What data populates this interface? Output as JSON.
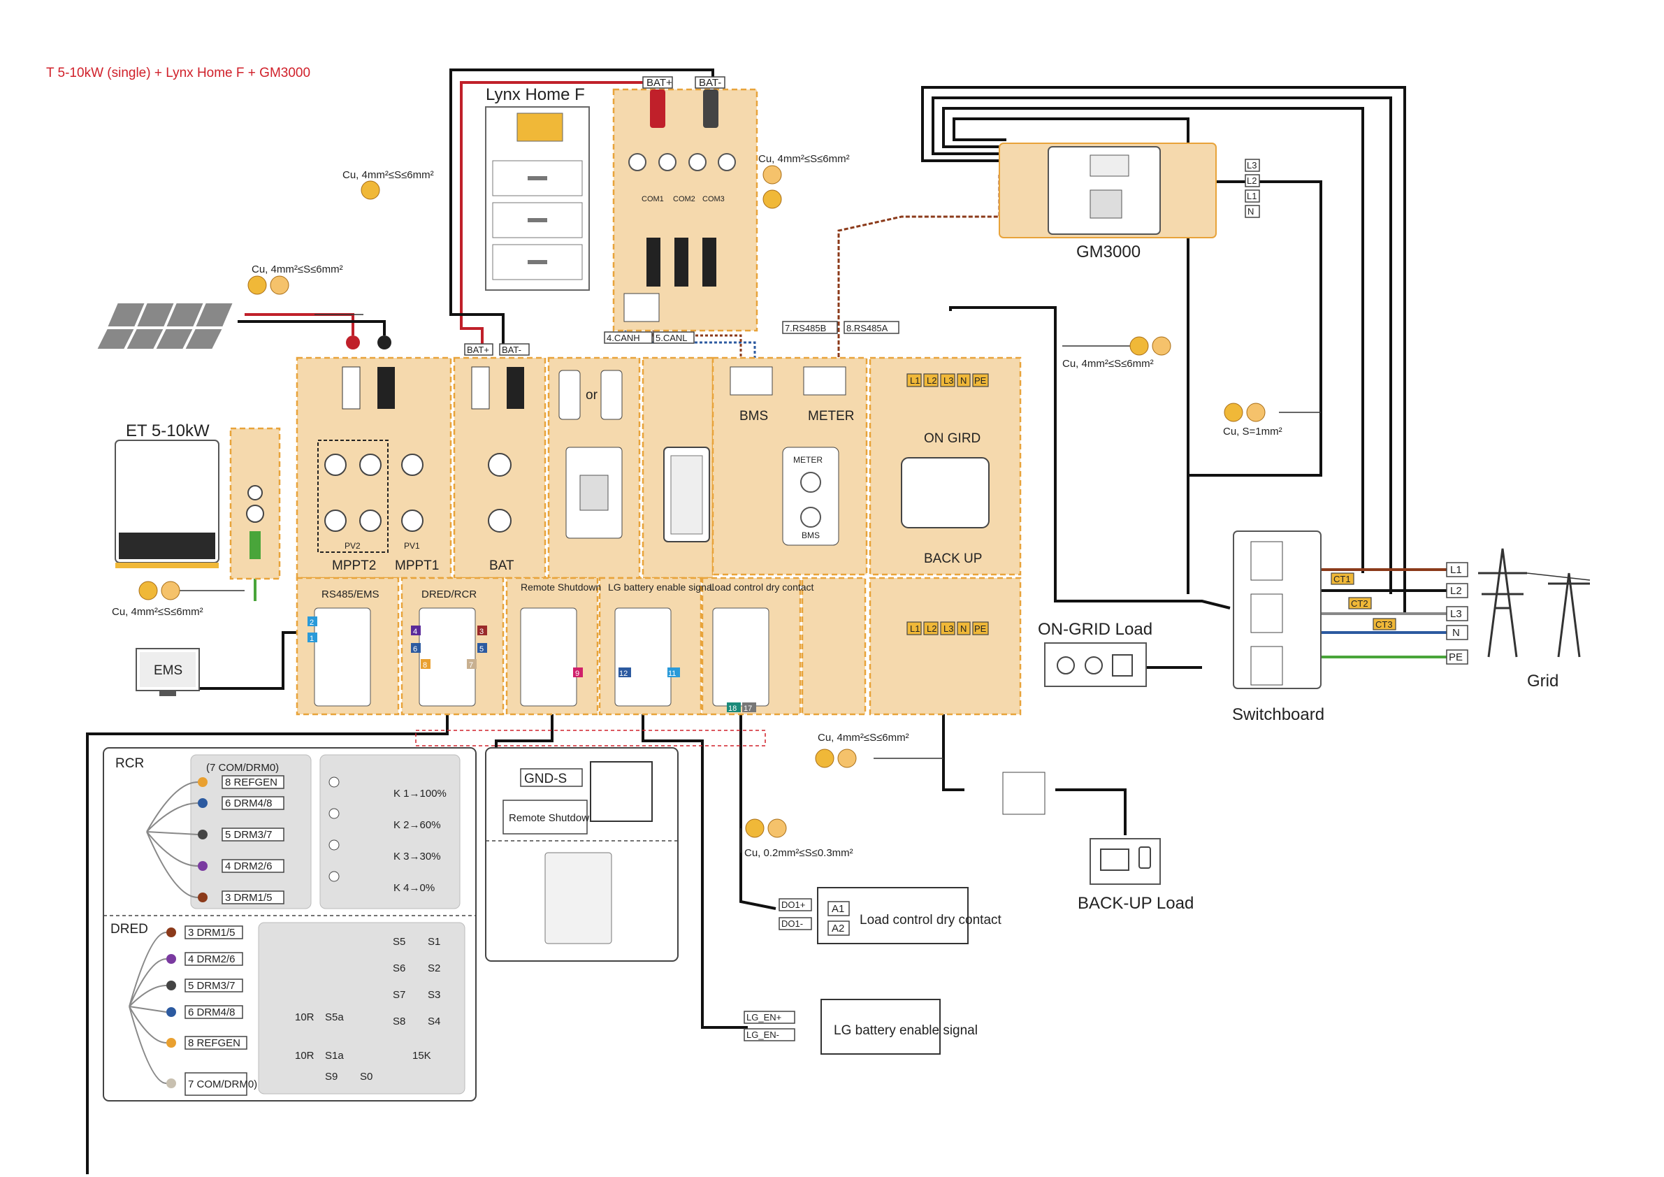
{
  "title": "T 5-10kW (single) + Lynx Home F + GM3000",
  "devices": {
    "inverter": "ET 5-10kW",
    "battery": "Lynx Home F",
    "meter": "GM3000",
    "ems": "EMS",
    "switchboard": "Switchboard",
    "grid": "Grid",
    "ongrid_load": "ON-GRID Load",
    "backup_load": "BACK-UP Load"
  },
  "cable_specs": {
    "cu_4_6": "Cu, 4mm²≤S≤6mm²",
    "cu_1": "Cu, S=1mm²",
    "cu_02_03": "Cu, 0.2mm²≤S≤0.3mm²"
  },
  "battery_ports": {
    "bat_plus": "BAT+",
    "bat_minus": "BAT-",
    "com1": "COM1",
    "com2": "COM2",
    "com3": "COM3",
    "canh": "4.CANH",
    "canl": "5.CANL",
    "rs485b": "7.RS485B",
    "rs485a": "8.RS485A"
  },
  "inverter_panels": {
    "mppt2": "MPPT2",
    "mppt1": "MPPT1",
    "pv2": "PV2",
    "pv1": "PV1",
    "bat": "BAT",
    "or_text": "or",
    "bms": "BMS",
    "meter": "METER",
    "meter_port_meter": "METER",
    "meter_port_bms": "BMS",
    "on_grid": "ON GIRD",
    "back_up": "BACK UP",
    "rs485_ems": "RS485/EMS",
    "dred_rcr": "DRED/RCR",
    "remote_shutdown": "Remote Shutdown",
    "lg_battery": "LG battery enable signal",
    "load_control": "Load control dry contact",
    "phase_labels": [
      "L1",
      "L2",
      "L3",
      "N",
      "PE"
    ],
    "pin_numbers": {
      "p1": "1",
      "p2": "2",
      "p3": "3",
      "p4": "4",
      "p5": "5",
      "p6": "6",
      "p7": "7",
      "p8": "8",
      "p9": "9",
      "p11": "11",
      "p12": "12",
      "p17": "17",
      "p18": "18"
    }
  },
  "meter_terminals": {
    "ct": [
      "CT1",
      "CT2",
      "CT3"
    ],
    "lines": [
      "L1",
      "L2",
      "L3",
      "N",
      "PE"
    ],
    "mini_lines": [
      "L3",
      "L2",
      "L1",
      "N"
    ]
  },
  "rcr": {
    "title": "RCR",
    "group": "(7 COM/DRM0)",
    "terminals": [
      "8 REFGEN",
      "6 DRM4/8",
      "5 DRM3/7",
      "4 DRM2/6",
      "3 DRM1/5"
    ],
    "relays": [
      "K 1→100%",
      "K 2→60%",
      "K 3→30%",
      "K 4→0%"
    ]
  },
  "dred": {
    "title": "DRED",
    "terminals": [
      "3 DRM1/5",
      "4 DRM2/6",
      "5 DRM3/7",
      "6 DRM4/8",
      "8 REFGEN",
      "7 COM/DRM0)"
    ],
    "switches": [
      "S5",
      "S1",
      "S6",
      "S2",
      "S7",
      "S3",
      "S8",
      "S4",
      "S5a",
      "S1a",
      "S9",
      "S0"
    ],
    "resistors": [
      "10R",
      "10R",
      "15K"
    ]
  },
  "remote": {
    "gnd": "GND-S",
    "label": "Remote Shutdown"
  },
  "load_control": {
    "do_plus": "DO1+",
    "do_minus": "DO1-",
    "a1": "A1",
    "a2": "A2",
    "label": "Load control dry contact"
  },
  "lg_signal": {
    "en_plus": "LG_EN+",
    "en_minus": "LG_EN-",
    "label": "LG battery enable signal"
  },
  "colors": {
    "panel": "#f5d9ad",
    "panel_border": "#e8a33a",
    "red_title": "#d0202a",
    "brown": "#8b3a1a",
    "blue": "#2c5aa0",
    "grey": "#888888",
    "green": "#49a53a"
  }
}
